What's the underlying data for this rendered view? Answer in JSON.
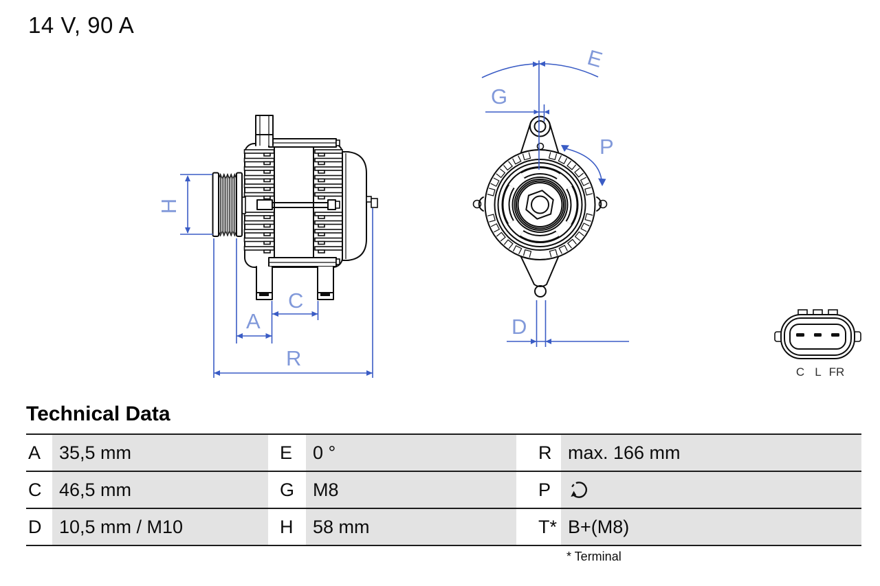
{
  "header": {
    "rating": "14 V, 90 A"
  },
  "diagram": {
    "side_view": {
      "labels": {
        "h": "H",
        "a": "A",
        "c": "C",
        "r": "R"
      }
    },
    "front_view": {
      "labels": {
        "e": "E",
        "g": "G",
        "p": "P",
        "d": "D"
      }
    },
    "connector": {
      "pins": [
        "C",
        "L",
        "FR"
      ]
    },
    "colors": {
      "dimension_line": "#3a5cc5",
      "dimension_label": "#8199da",
      "drawing_line": "#0d0d0d"
    }
  },
  "technical_data": {
    "title": "Technical Data",
    "rows": [
      [
        {
          "key": "A",
          "value": "35,5 mm"
        },
        {
          "key": "E",
          "value": "0 °"
        },
        {
          "key": "R",
          "value": "max. 166 mm"
        }
      ],
      [
        {
          "key": "C",
          "value": "46,5 mm"
        },
        {
          "key": "G",
          "value": "M8"
        },
        {
          "key": "P",
          "value": "",
          "icon": "rotation-arrow"
        }
      ],
      [
        {
          "key": "D",
          "value": "10,5 mm / M10"
        },
        {
          "key": "H",
          "value": "58 mm"
        },
        {
          "key": "T*",
          "value": "B+(M8)"
        }
      ]
    ],
    "footnote": "* Terminal"
  }
}
